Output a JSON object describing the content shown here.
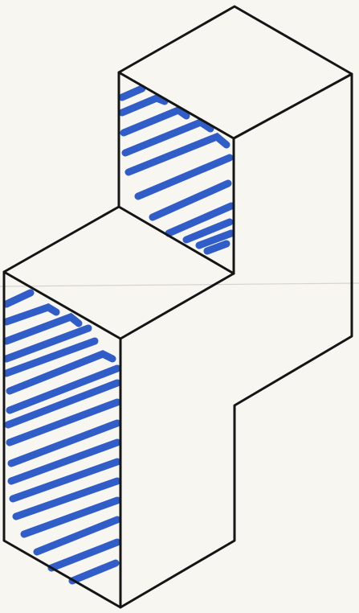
{
  "figure": {
    "kind": "isometric-block-sketch",
    "colors": {
      "paper": "#f7f6f0",
      "outline": "#151515",
      "hatch": "#1f4fc4",
      "fold_line": "#d6d4cc"
    },
    "shaded_faces": [
      "upper-left-face",
      "lower-left-face"
    ]
  }
}
